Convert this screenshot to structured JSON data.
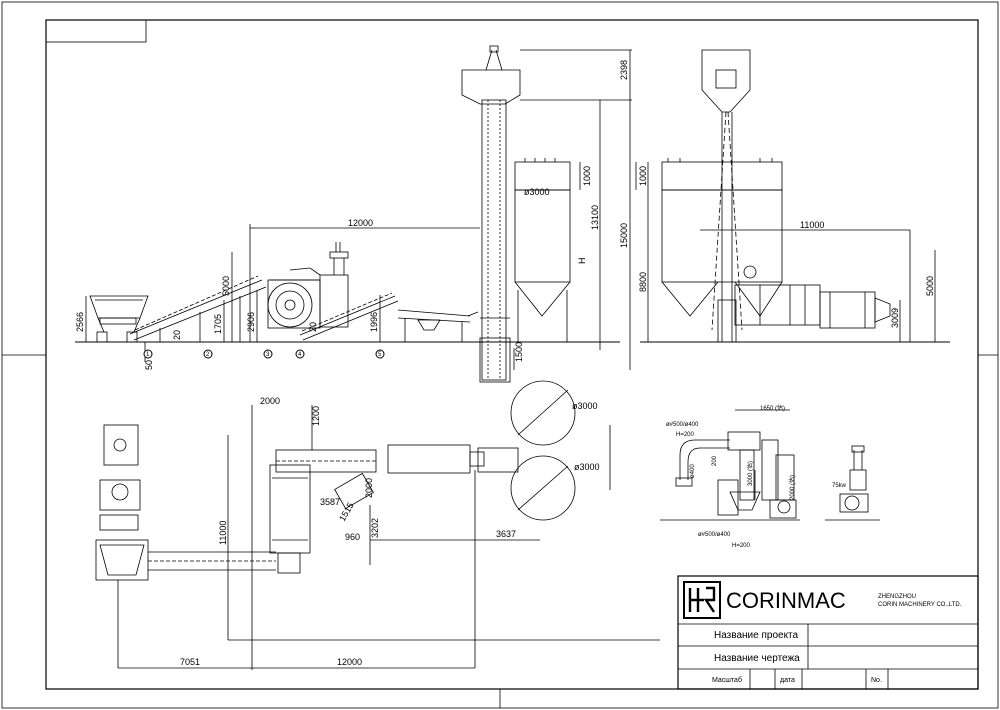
{
  "dims": {
    "d12000_top": "12000",
    "d5000_left": "5000",
    "d2566": "2566",
    "d1705": "1705",
    "d2906": "2906",
    "d1996": "1996",
    "d50": "50",
    "d20a": "20",
    "d20b": "20",
    "d2398": "2398",
    "d1000_mid": "1000",
    "d13100": "13100",
    "d15000": "15000",
    "dH": "H",
    "d1500": "1500",
    "dphi3000_mid": "ø3000",
    "d1000_right": "1000",
    "d8800": "8800",
    "d11000_right": "11000",
    "d5000_right": "5000",
    "d3009": "3009",
    "d2000_plan": "2000",
    "d1200": "1200",
    "d11000_plan": "11000",
    "d3587": "3587",
    "d1515": "1515",
    "d2000_plan_b": "2000",
    "d960": "960",
    "d3202": "3202",
    "d3637": "3637",
    "d7051": "7051",
    "d12000_plan": "12000",
    "dphi3000_a": "ø3000",
    "dphi3000_b": "ø3000",
    "d1650": "1650 (估)",
    "duct_top": "ø#500/ø400",
    "duct_top_h": "H=200",
    "d400": "ø400",
    "d200": "200",
    "d3000_duct": "3000 (估)",
    "d2000_duct": "2000 (估)",
    "duct_bottom": "ø#500/ø400",
    "duct_bottom_h": "H=200",
    "fan": "75kw"
  },
  "circle_labels": [
    "1",
    "2",
    "3",
    "4",
    "5"
  ],
  "title_block": {
    "logo_text": "CORINMAC",
    "company_line1": "ZHENGZHOU",
    "company_line2": "CORIN MACHINERY CO.,LTD.",
    "project_name": "Название проекта",
    "drawing_name": "Название чертежа",
    "scale": "Масштаб",
    "date": "дата",
    "number": "No."
  }
}
